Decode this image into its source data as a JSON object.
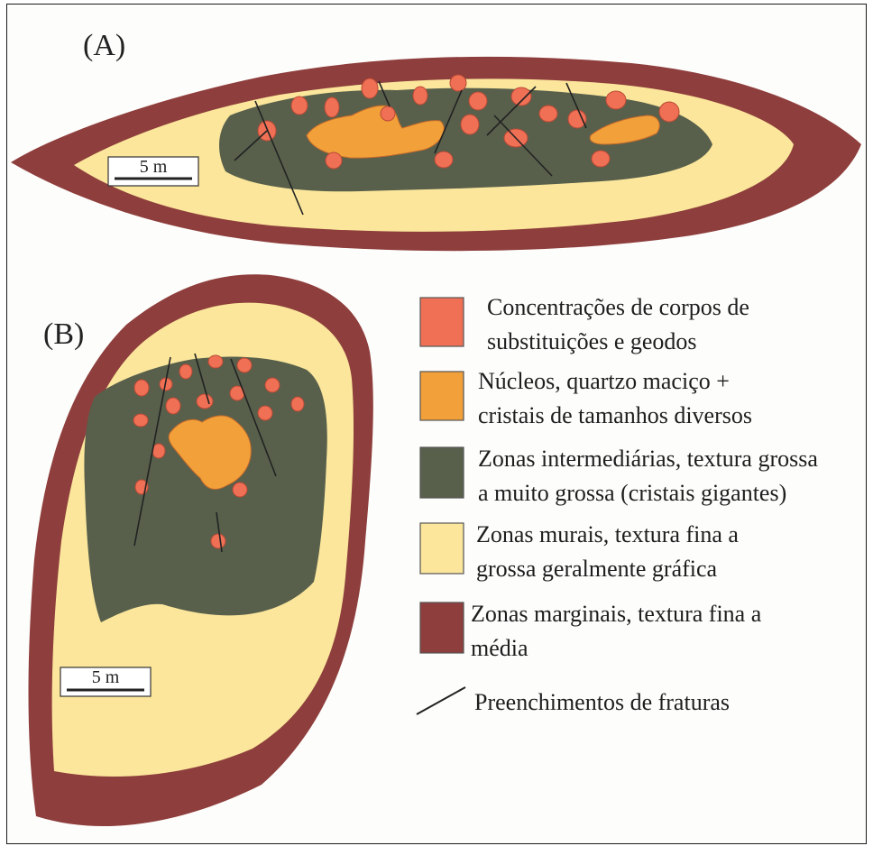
{
  "panels": {
    "a_label": "(A)",
    "b_label": "(B)"
  },
  "scale_bar": {
    "label": "5 m"
  },
  "legend": [
    {
      "id": "replacement",
      "line1": "Concentrações de corpos de",
      "line2": "substituições e geodos",
      "color": "#f07055"
    },
    {
      "id": "cores",
      "line1": "Núcleos, quartzo maciço +",
      "line2": "cristais de tamanhos diversos",
      "color": "#f2a03a"
    },
    {
      "id": "intermediate",
      "line1": "Zonas intermediárias, textura grossa",
      "line2": "a muito grossa (cristais gigantes)",
      "color": "#58604c"
    },
    {
      "id": "wall",
      "line1": "Zonas murais, textura fina a",
      "line2": "grossa geralmente gráfica",
      "color": "#fbe69b"
    },
    {
      "id": "border",
      "line1": "Zonas marginais, textura fina a",
      "line2": "média",
      "color": "#8e3e3c"
    },
    {
      "id": "fractures",
      "line1": "Preenchimentos de fraturas",
      "line2": "",
      "color": "#222222"
    }
  ]
}
